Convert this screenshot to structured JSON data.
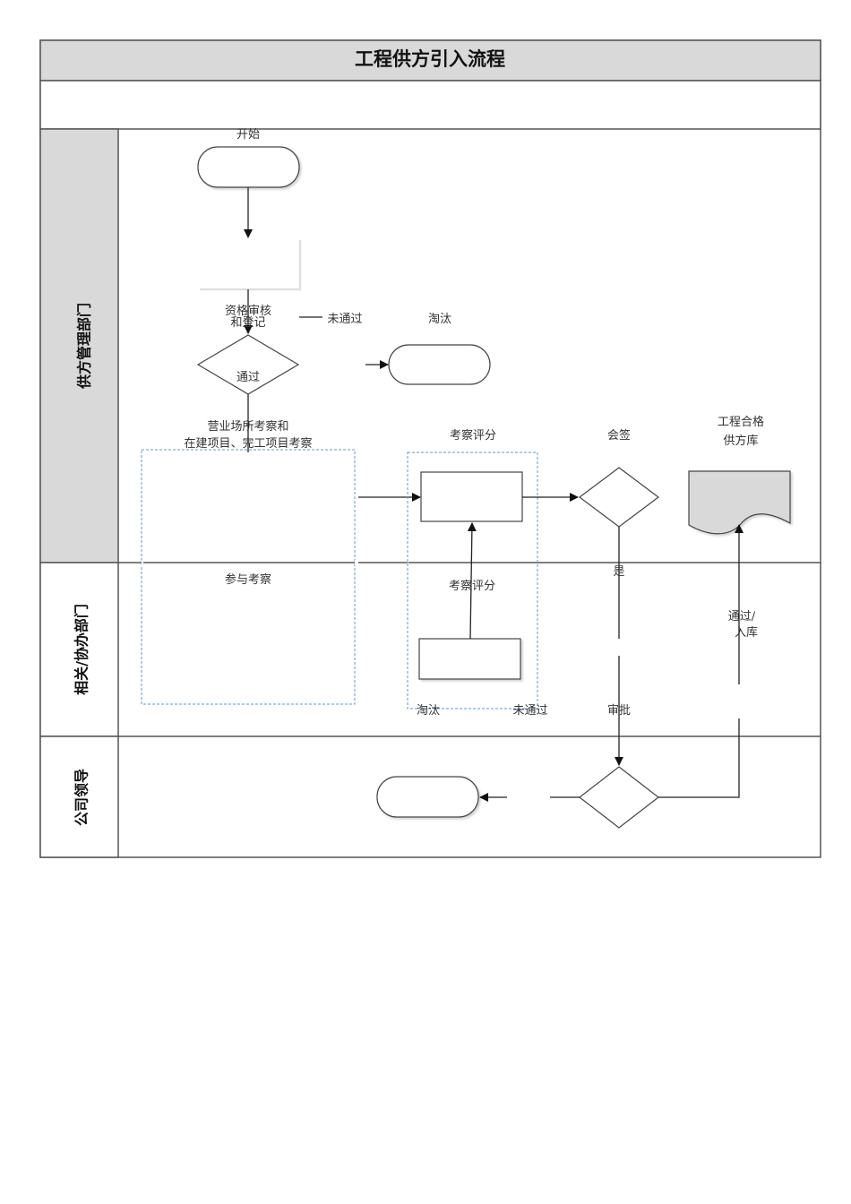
{
  "title": "工程供方引入流程",
  "subtitle_row": "",
  "lanes": [
    {
      "label": "供方管理部门",
      "fill": "#d9d9d9"
    },
    {
      "label": "相关/协办部门",
      "fill": "#ffffff"
    },
    {
      "label": "公司领导",
      "fill": "#ffffff"
    }
  ],
  "nodes": {
    "start": {
      "label": "开始",
      "shape": "terminator"
    },
    "qualification_review": {
      "label_line1": "资格审核",
      "label_line2": "和登记",
      "shape": "process"
    },
    "qualification_decision": {
      "label": "通过",
      "shape": "decision"
    },
    "reject_not_passed_label": "未通过",
    "eliminate_1": {
      "label": "淘汰",
      "shape": "terminator"
    },
    "site_inspection": {
      "label_line1": "营业场所考察和",
      "label_line2": "在建项目、完工项目考察",
      "shape": "group"
    },
    "participate_inspection": {
      "label": "参与考察"
    },
    "scoring_group_label": "考察评分",
    "scoring_box_top": {
      "shape": "process"
    },
    "scoring_box_bottom": {
      "label": "考察评分",
      "shape": "process"
    },
    "countersign": {
      "label": "会签",
      "shape": "decision"
    },
    "qualified_library": {
      "label_line1": "工程合格",
      "label_line2": "供方库",
      "shape": "document",
      "fill": "#d9d9d9"
    },
    "yes_label": "是",
    "pass_library_label_line1": "通过/",
    "pass_library_label_line2": "入库",
    "eliminate_label_2": "淘汰",
    "not_passed_label_2": "未通过",
    "approval_label": "审批",
    "approval_decision": {
      "shape": "decision"
    },
    "eliminate_2": {
      "shape": "terminator"
    }
  },
  "colors": {
    "header_fill": "#d9d9d9",
    "border": "#555555",
    "dashed_group": "#6a94c8",
    "line": "#222222"
  }
}
